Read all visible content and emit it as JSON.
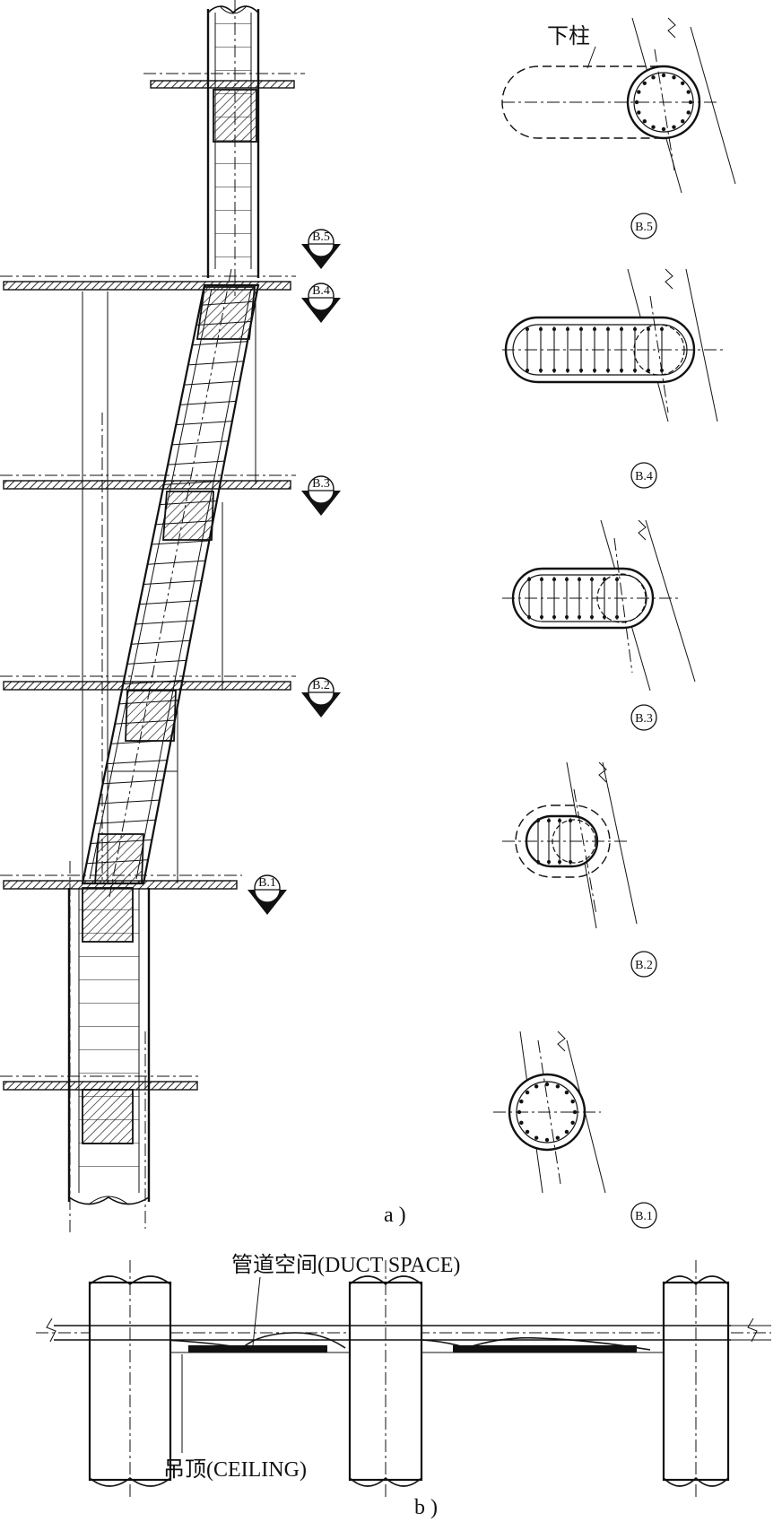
{
  "figure_a": {
    "caption": "a )",
    "lower_column_label": "下柱",
    "section_marks": [
      "B.5",
      "B.4",
      "B.3",
      "B.2",
      "B.1"
    ],
    "section_captions": [
      "B.5",
      "B.4",
      "B.3",
      "B.2",
      "B.1"
    ]
  },
  "figure_b": {
    "caption": "b )",
    "duct_space_label": "管道空间(DUCT SPACE)",
    "ceiling_label": "吊顶(CEILING)"
  }
}
